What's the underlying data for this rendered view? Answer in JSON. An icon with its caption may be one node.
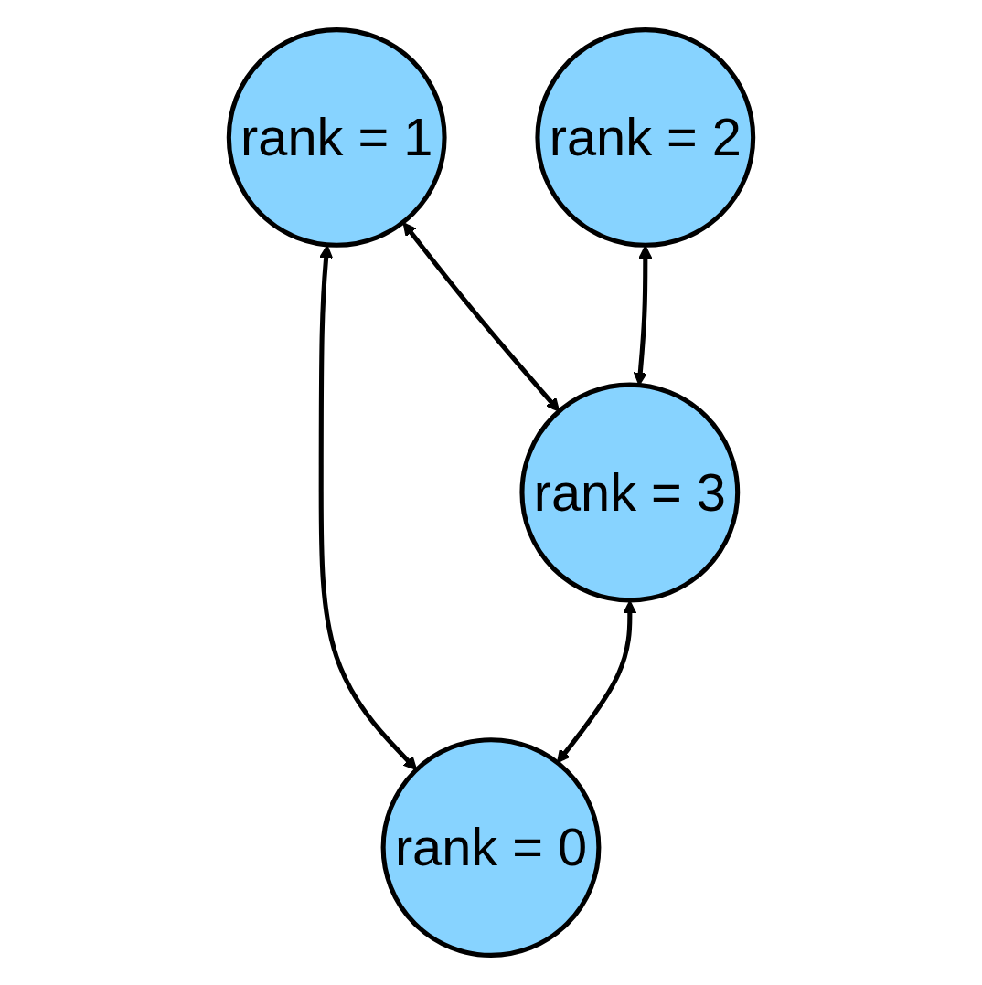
{
  "diagram": {
    "nodes": [
      {
        "text": [
          "rank = 1"
        ]
      },
      {
        "text": [
          "rank = 2"
        ]
      },
      {
        "text": [
          "rank = 3"
        ]
      },
      {
        "text": [
          "rank = 0"
        ]
      }
    ],
    "edges": [
      {
        "from": 0,
        "to": 3,
        "arrow": "both"
      },
      {
        "from": 0,
        "to": 2,
        "arrow": "both"
      },
      {
        "from": 1,
        "to": 2,
        "arrow": "both"
      },
      {
        "from": 2,
        "to": 3,
        "arrow": "both"
      }
    ]
  }
}
